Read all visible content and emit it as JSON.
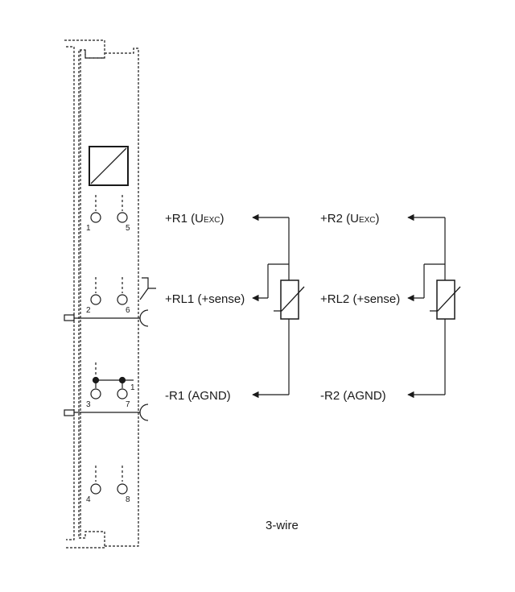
{
  "terminals": {
    "t1": "1",
    "t5": "5",
    "t2": "2",
    "t6": "6",
    "t3": "3",
    "t7": "7",
    "t4": "4",
    "t8": "8"
  },
  "channel_1": {
    "r_plus_prefix": "+R1 (U",
    "r_plus_sub": "EXC",
    "r_plus_suffix": ")",
    "rl_plus": "+RL1 (+sense)",
    "r_minus": "-R1 (AGND)"
  },
  "channel_2": {
    "r_plus_prefix": "+R2 (U",
    "r_plus_sub": "EXC",
    "r_plus_suffix": ")",
    "rl_plus": "+RL2 (+sense)",
    "r_minus": "-R2 (AGND)"
  },
  "jumper_mark": "1",
  "caption": "3-wire"
}
